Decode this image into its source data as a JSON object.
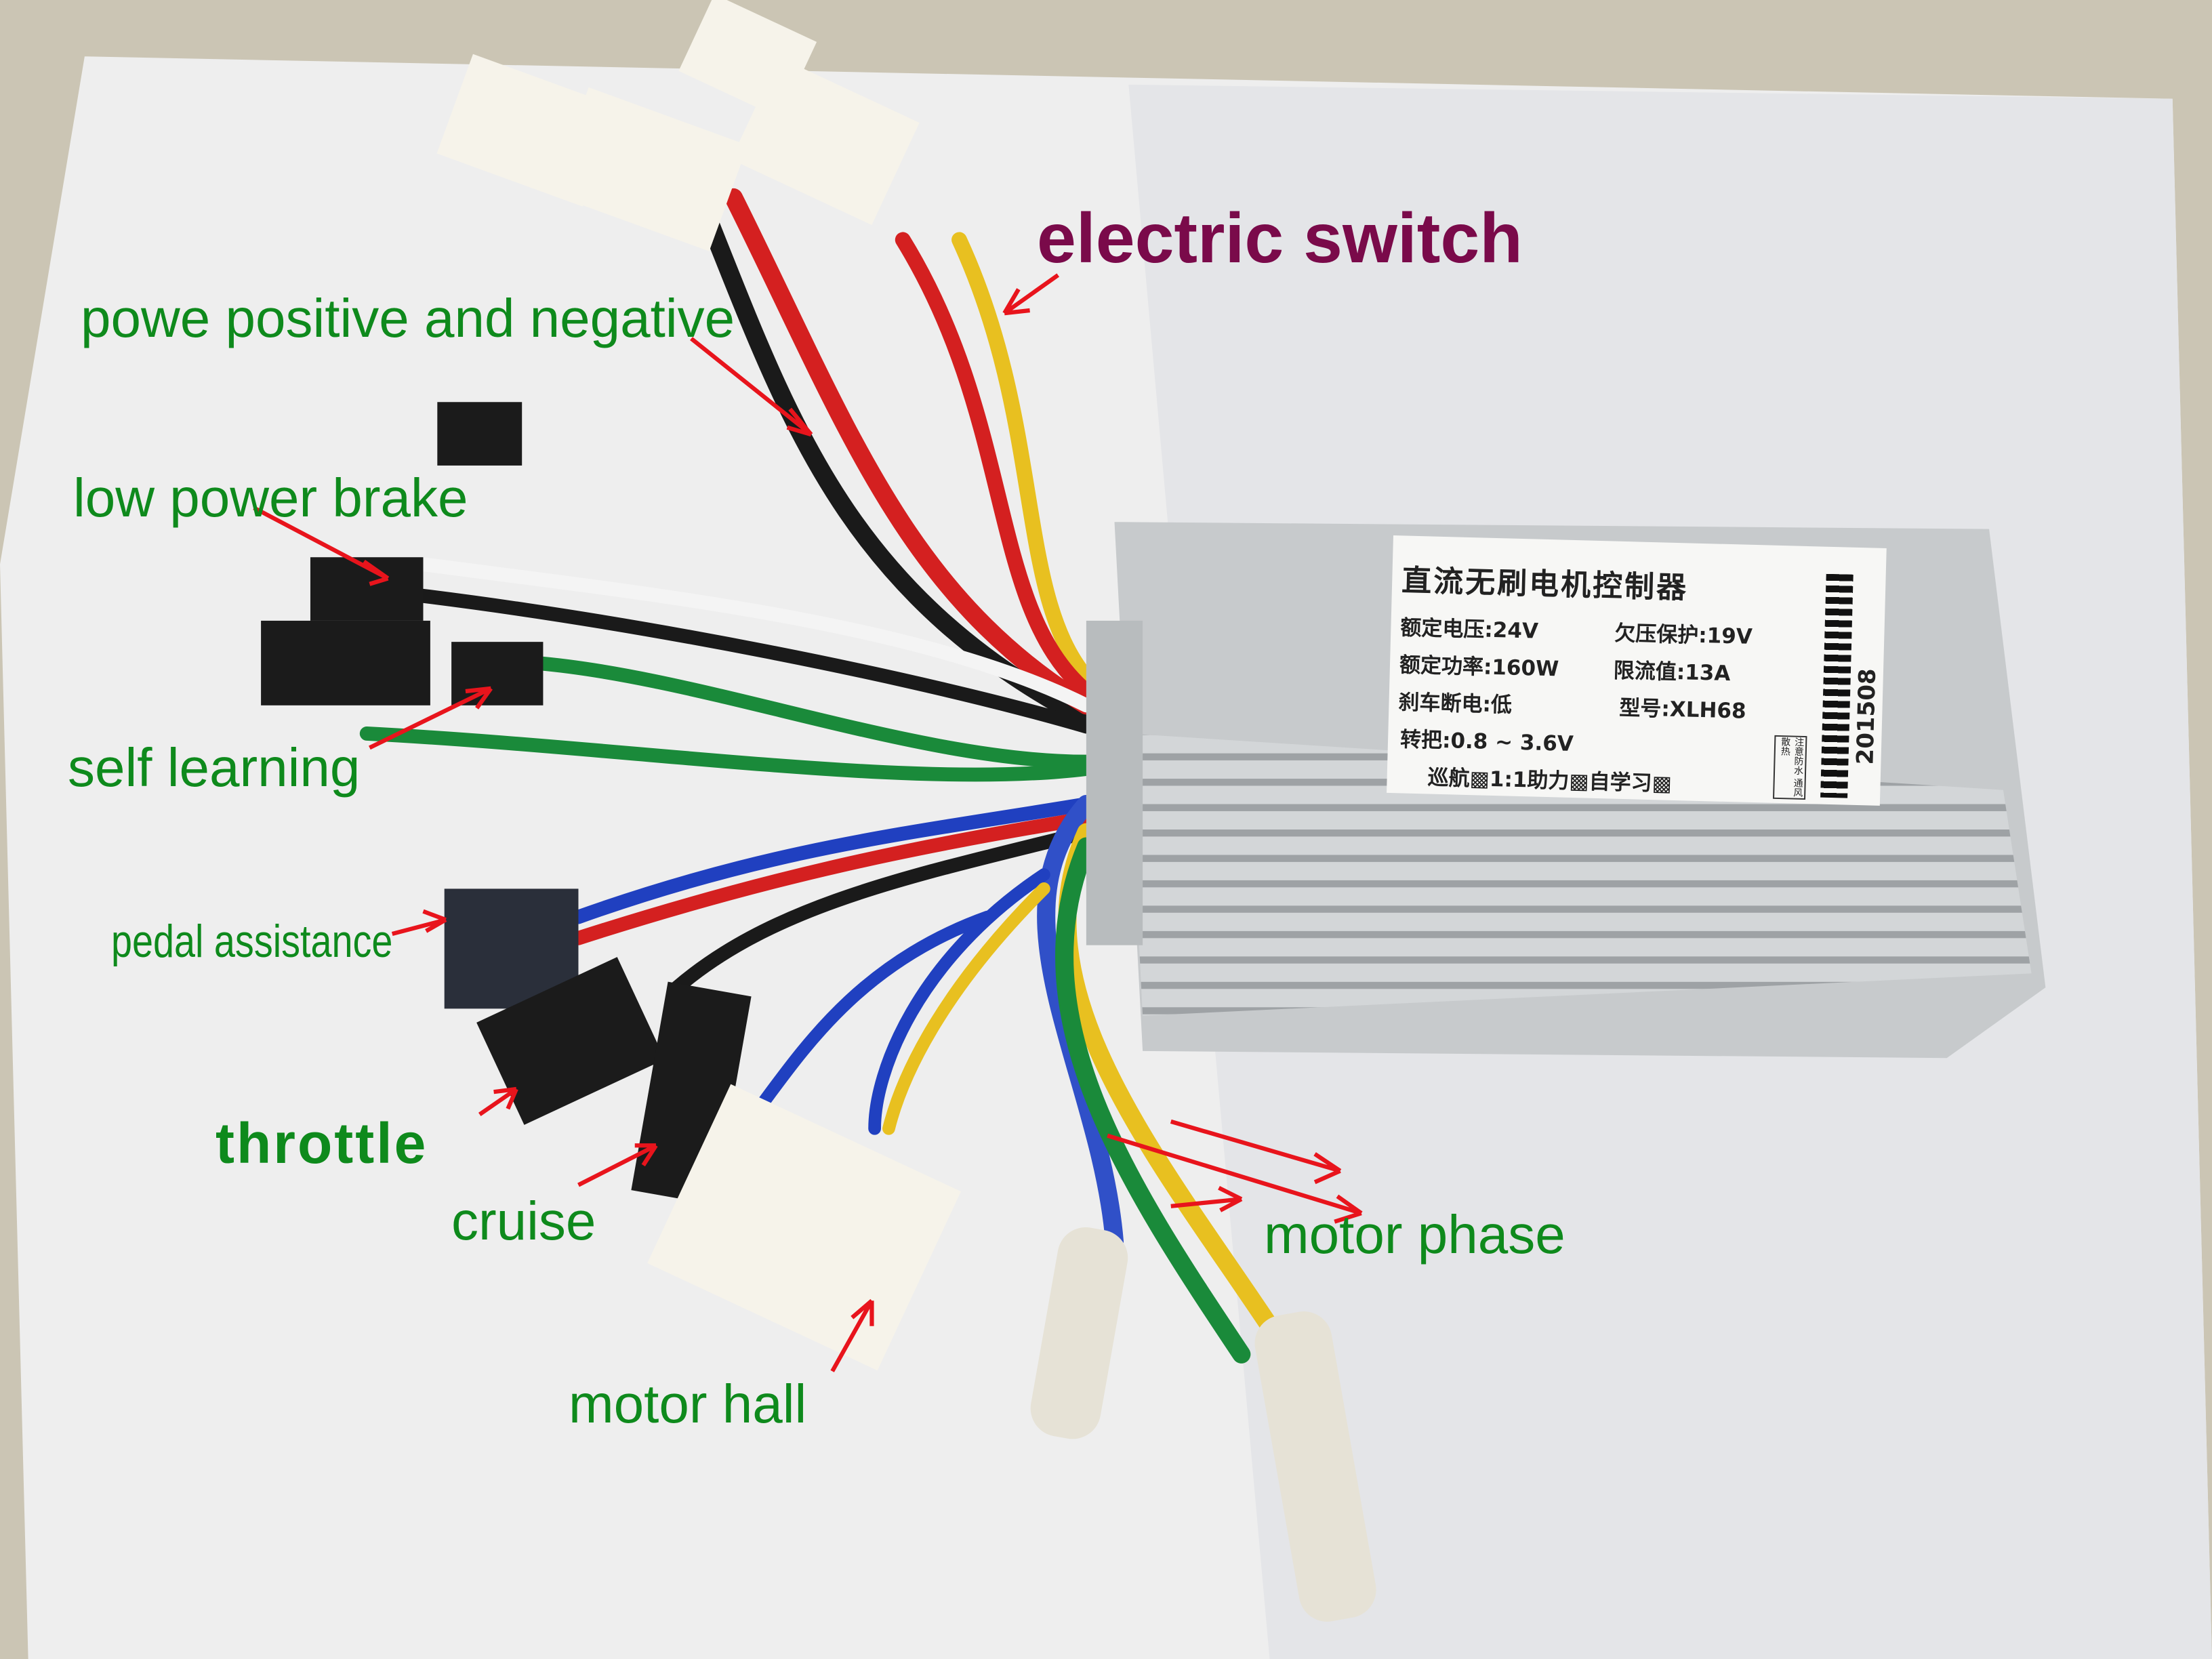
{
  "annotations": {
    "electric_switch": "electric switch",
    "power": "powe positive and negative",
    "brake": "low power brake",
    "self_learning": "self learning",
    "pedal": "pedal assistance",
    "throttle": "throttle",
    "cruise": "cruise",
    "motor_phase": "motor phase",
    "motor_hall": "motor hall"
  },
  "controller_label": {
    "title": "直流无刷电机控制器",
    "rated_voltage": "额定电压:24V",
    "undervoltage": "欠压保护:19V",
    "rated_power": "额定功率:160W",
    "current_limit": "限流值:13A",
    "brake_cutoff": "刹车断电:低",
    "model": "型号:XLH68",
    "throttle_range": "转把:0.8 ~ 3.6V",
    "features": "巡航▩1:1助力▩自学习▩",
    "stamp": "注意防水 通风散热",
    "batch": "201508"
  },
  "colors": {
    "annotation_green": "#0e8a1c",
    "switch_label": "#7a0a4a",
    "arrow_red": "#e8141c"
  }
}
